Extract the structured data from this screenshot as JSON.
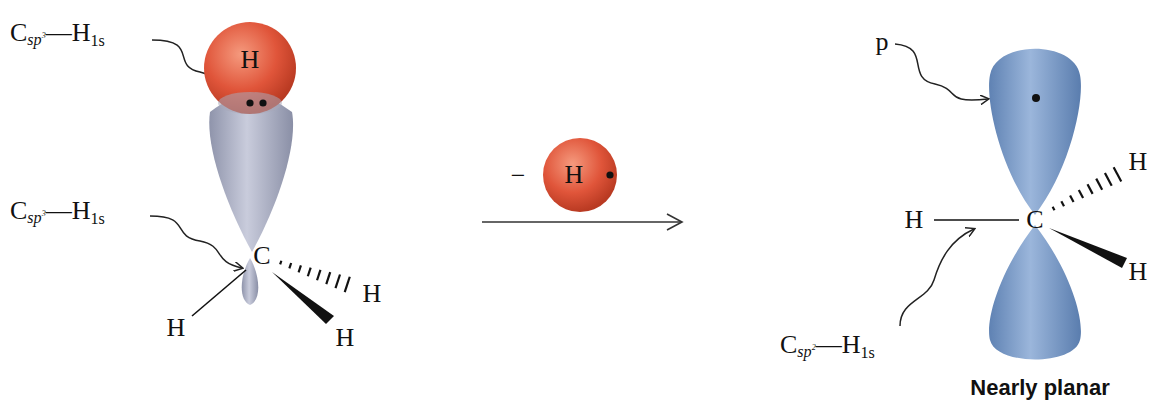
{
  "diagram": {
    "nodes": [
      {
        "text": [
          "H"
        ]
      },
      {
        "text": [
          "H"
        ]
      }
    ],
    "labels": [
      "Csp3—H1s",
      "Csp3—H1s",
      "C",
      "H",
      "H",
      "H",
      "−",
      "p",
      "H",
      "C",
      "H",
      "H",
      "Csp2—H1s",
      "Nearly planar"
    ]
  }
}
